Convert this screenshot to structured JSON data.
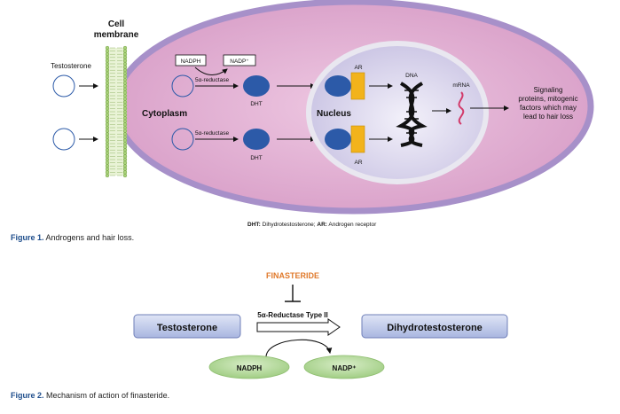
{
  "figure1": {
    "cell_membrane": [
      "Cell",
      "membrane"
    ],
    "testosterone": "Testosterone",
    "cytoplasm": "Cytoplasm",
    "nucleus": "Nucleus",
    "nadph": "NADPH",
    "nadp_plus": "NADP⁺",
    "reductase_1": "5α-reductase",
    "reductase_2": "5α-reductase",
    "dht_1": "DHT",
    "dht_2": "DHT",
    "ar_1": "AR",
    "ar_2": "AR",
    "dna": "DNA",
    "mrna": "mRNA",
    "signaling": [
      "Signaling",
      "proteins, mitogenic",
      "factors which may",
      "lead to hair loss"
    ],
    "legend_dht": "DHT:",
    "legend_dht_text": " Dihydrotestosterone; ",
    "legend_ar": "AR:",
    "legend_ar_text": " Androgen receptor",
    "caption_label": "Figure 1.",
    "caption_text": " Androgens and hair loss."
  },
  "figure2": {
    "finasteride": "FINASTERIDE",
    "enzyme": "5α-Reductase Type II",
    "testosterone": "Testosterone",
    "dihydrotestosterone": "Dihydrotestosterone",
    "nadph": "NADPH",
    "nadp_plus": "NADP⁺",
    "caption_label": "Figure 2.",
    "caption_text": " Mechanism of action of finasteride."
  },
  "colors": {
    "cell_fill": "#d9a6cf",
    "cell_border": "#a890c8",
    "nucleus_fill": "#dcd6ee",
    "dht_blue": "#2c5aa8",
    "ar_orange": "#f2b31b",
    "finasteride_orange": "#e07a2c",
    "box_fill": "#b9c4e6",
    "ellipse_green": "#b5d99c",
    "caption_blue": "#1f4e8c"
  }
}
